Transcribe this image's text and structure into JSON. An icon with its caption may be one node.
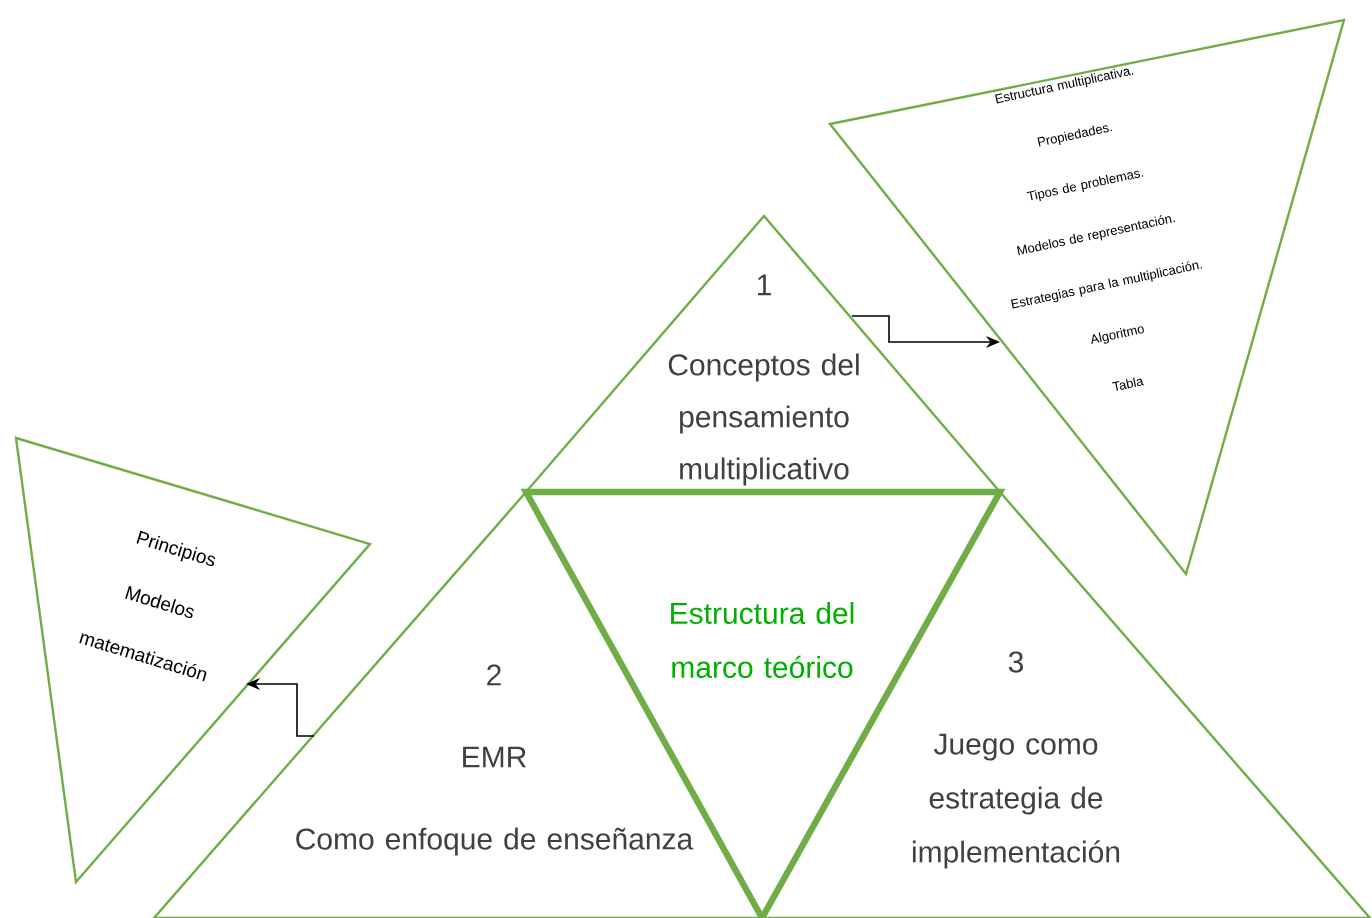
{
  "diagram": {
    "nodes": [
      {
        "text": [
          "Estructura multiplicativa.",
          "Propiedades.",
          "Tipos de problemas.",
          "Modelos de representación.",
          "Estrategias para la multiplicación.",
          "Algoritmo",
          "Tabla"
        ]
      },
      {
        "text": [
          "1",
          "Conceptos del pensamiento multiplicativo"
        ]
      },
      {
        "text": [
          "Principios",
          "Modelos",
          "matematización"
        ]
      },
      {
        "text": [
          "Estructura del marco teórico"
        ]
      },
      {
        "text": [
          "2",
          "EMR",
          "Como enfoque de enseñanza"
        ]
      },
      {
        "text": [
          "3",
          "Juego como estrategia de implementación"
        ]
      }
    ],
    "edges": [
      {
        "from": 1,
        "to": 0,
        "arrow": "to"
      },
      {
        "from": 4,
        "to": 2,
        "arrow": "to"
      }
    ]
  }
}
